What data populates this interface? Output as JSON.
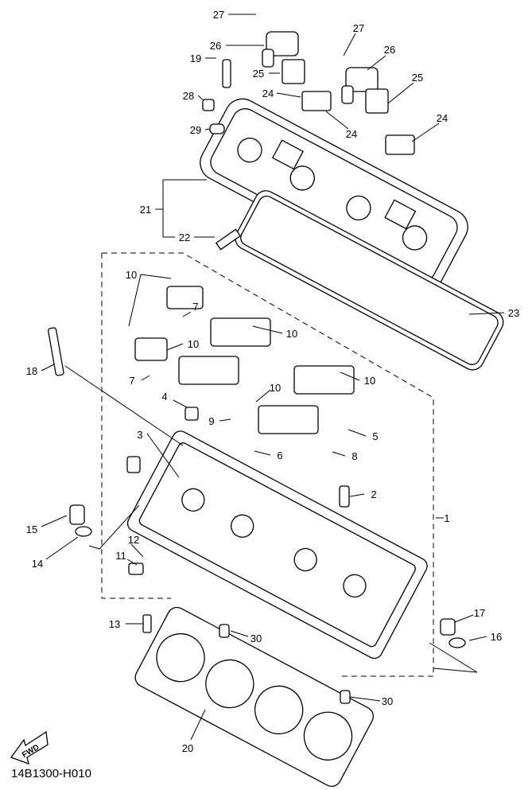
{
  "diagram_code": "14B1300-H010",
  "fwd_label": "FWD",
  "callouts": [
    "27",
    "26",
    "27",
    "26",
    "25",
    "25",
    "19",
    "28",
    "24",
    "24",
    "24",
    "29",
    "21",
    "22",
    "23",
    "10",
    "7",
    "10",
    "10",
    "10",
    "18",
    "7",
    "4",
    "10",
    "9",
    "3",
    "5",
    "6",
    "8",
    "2",
    "1",
    "15",
    "12",
    "14",
    "11",
    "13",
    "17",
    "16",
    "30",
    "30",
    "20"
  ]
}
